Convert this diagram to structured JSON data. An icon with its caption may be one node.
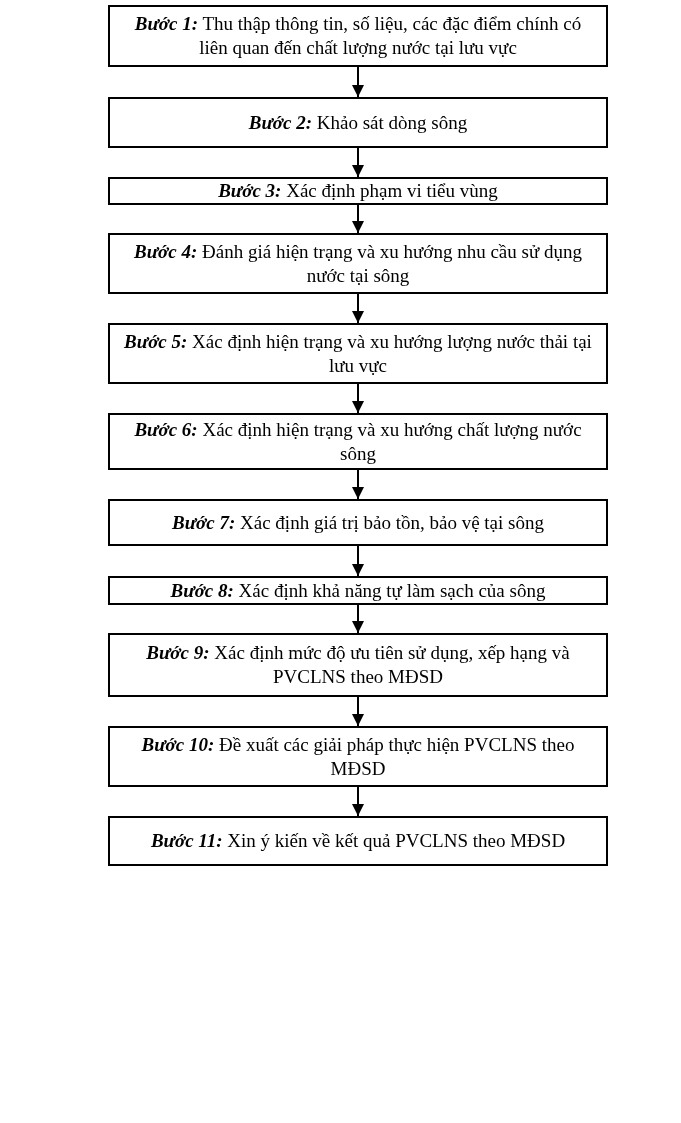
{
  "diagram": {
    "nodes": [
      {
        "text": [
          "**Bước 1:** Thu thập thông tin, số liệu, các đặc điểm chính có liên quan đến chất lượng nước tại lưu vực"
        ]
      },
      {
        "text": [
          "**Bước 2:** Khảo sát dòng sông"
        ]
      },
      {
        "text": [
          "**Bước 3:** Xác định phạm vi tiểu vùng"
        ]
      },
      {
        "text": [
          "**Bước 4:** Đánh giá hiện trạng và xu hướng nhu cầu sử dụng nước tại sông"
        ]
      },
      {
        "text": [
          "**Bước 5:** Xác định hiện trạng và xu hướng lượng nước thải tại lưu vực"
        ]
      },
      {
        "text": [
          "**Bước 6:** Xác định hiện trạng và xu hướng chất lượng nước sông"
        ]
      },
      {
        "text": [
          "**Bước 7:** Xác định giá trị bảo tồn, bảo vệ tại sông"
        ]
      },
      {
        "text": [
          "**Bước 8:** Xác định khả năng tự làm sạch của sông"
        ]
      },
      {
        "text": [
          "**Bước 9:** Xác định mức độ ưu tiên sử dụng, xếp hạng và PVCLNS theo MĐSD"
        ]
      },
      {
        "text": [
          "**Bước 10:** Đề xuất các giải pháp thực hiện PVCLNS theo MĐSD"
        ]
      },
      {
        "text": [
          "**Bước 11:** Xin ý kiến về kết quả PVCLNS theo MĐSD"
        ]
      }
    ],
    "edges": [
      {
        "from": 0,
        "to": 1,
        "arrow": "to"
      },
      {
        "from": 1,
        "to": 2,
        "arrow": "to"
      },
      {
        "from": 2,
        "to": 3,
        "arrow": "to"
      },
      {
        "from": 3,
        "to": 4,
        "arrow": "to"
      },
      {
        "from": 4,
        "to": 5,
        "arrow": "to"
      },
      {
        "from": 5,
        "to": 6,
        "arrow": "to"
      },
      {
        "from": 6,
        "to": 7,
        "arrow": "to"
      },
      {
        "from": 7,
        "to": 8,
        "arrow": "to"
      },
      {
        "from": 8,
        "to": 9,
        "arrow": "to"
      },
      {
        "from": 9,
        "to": 10,
        "arrow": "to"
      }
    ]
  }
}
